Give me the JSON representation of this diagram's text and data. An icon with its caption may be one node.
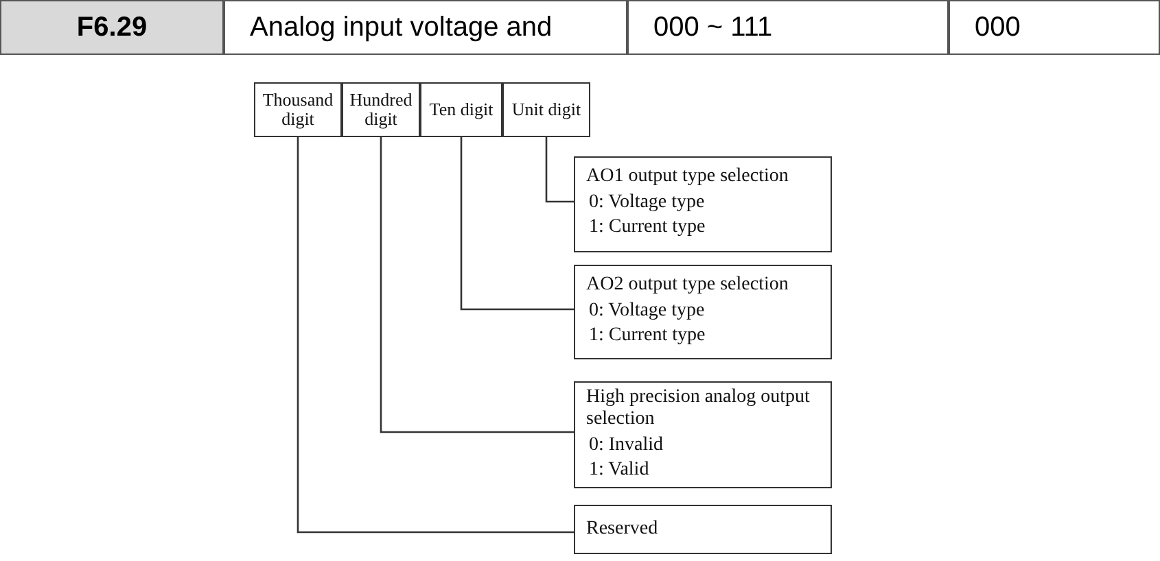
{
  "diagram": {
    "nodes": [
      {
        "text": [
          "Thousand digit"
        ]
      },
      {
        "text": [
          "Hundred digit"
        ]
      },
      {
        "text": [
          "Ten digit"
        ]
      },
      {
        "text": [
          "Unit digit"
        ]
      },
      {
        "text": [
          "AO1 output type selection",
          "0: Voltage type",
          "1: Current type"
        ]
      },
      {
        "text": [
          "AO2 output type selection",
          "0: Voltage type",
          "1: Current type"
        ]
      },
      {
        "text": [
          "High precision analog output selection",
          "0: Invalid",
          "1: Valid"
        ]
      },
      {
        "text": [
          "Reserved"
        ]
      }
    ],
    "edges": [
      {
        "from": 3,
        "to": 4,
        "arrow": "none"
      },
      {
        "from": 2,
        "to": 5,
        "arrow": "none"
      },
      {
        "from": 1,
        "to": 6,
        "arrow": "none"
      },
      {
        "from": 0,
        "to": 7,
        "arrow": "none"
      }
    ],
    "labels": [
      "F6.29",
      "Analog input voltage and",
      "000 ~ 111",
      "000"
    ]
  }
}
